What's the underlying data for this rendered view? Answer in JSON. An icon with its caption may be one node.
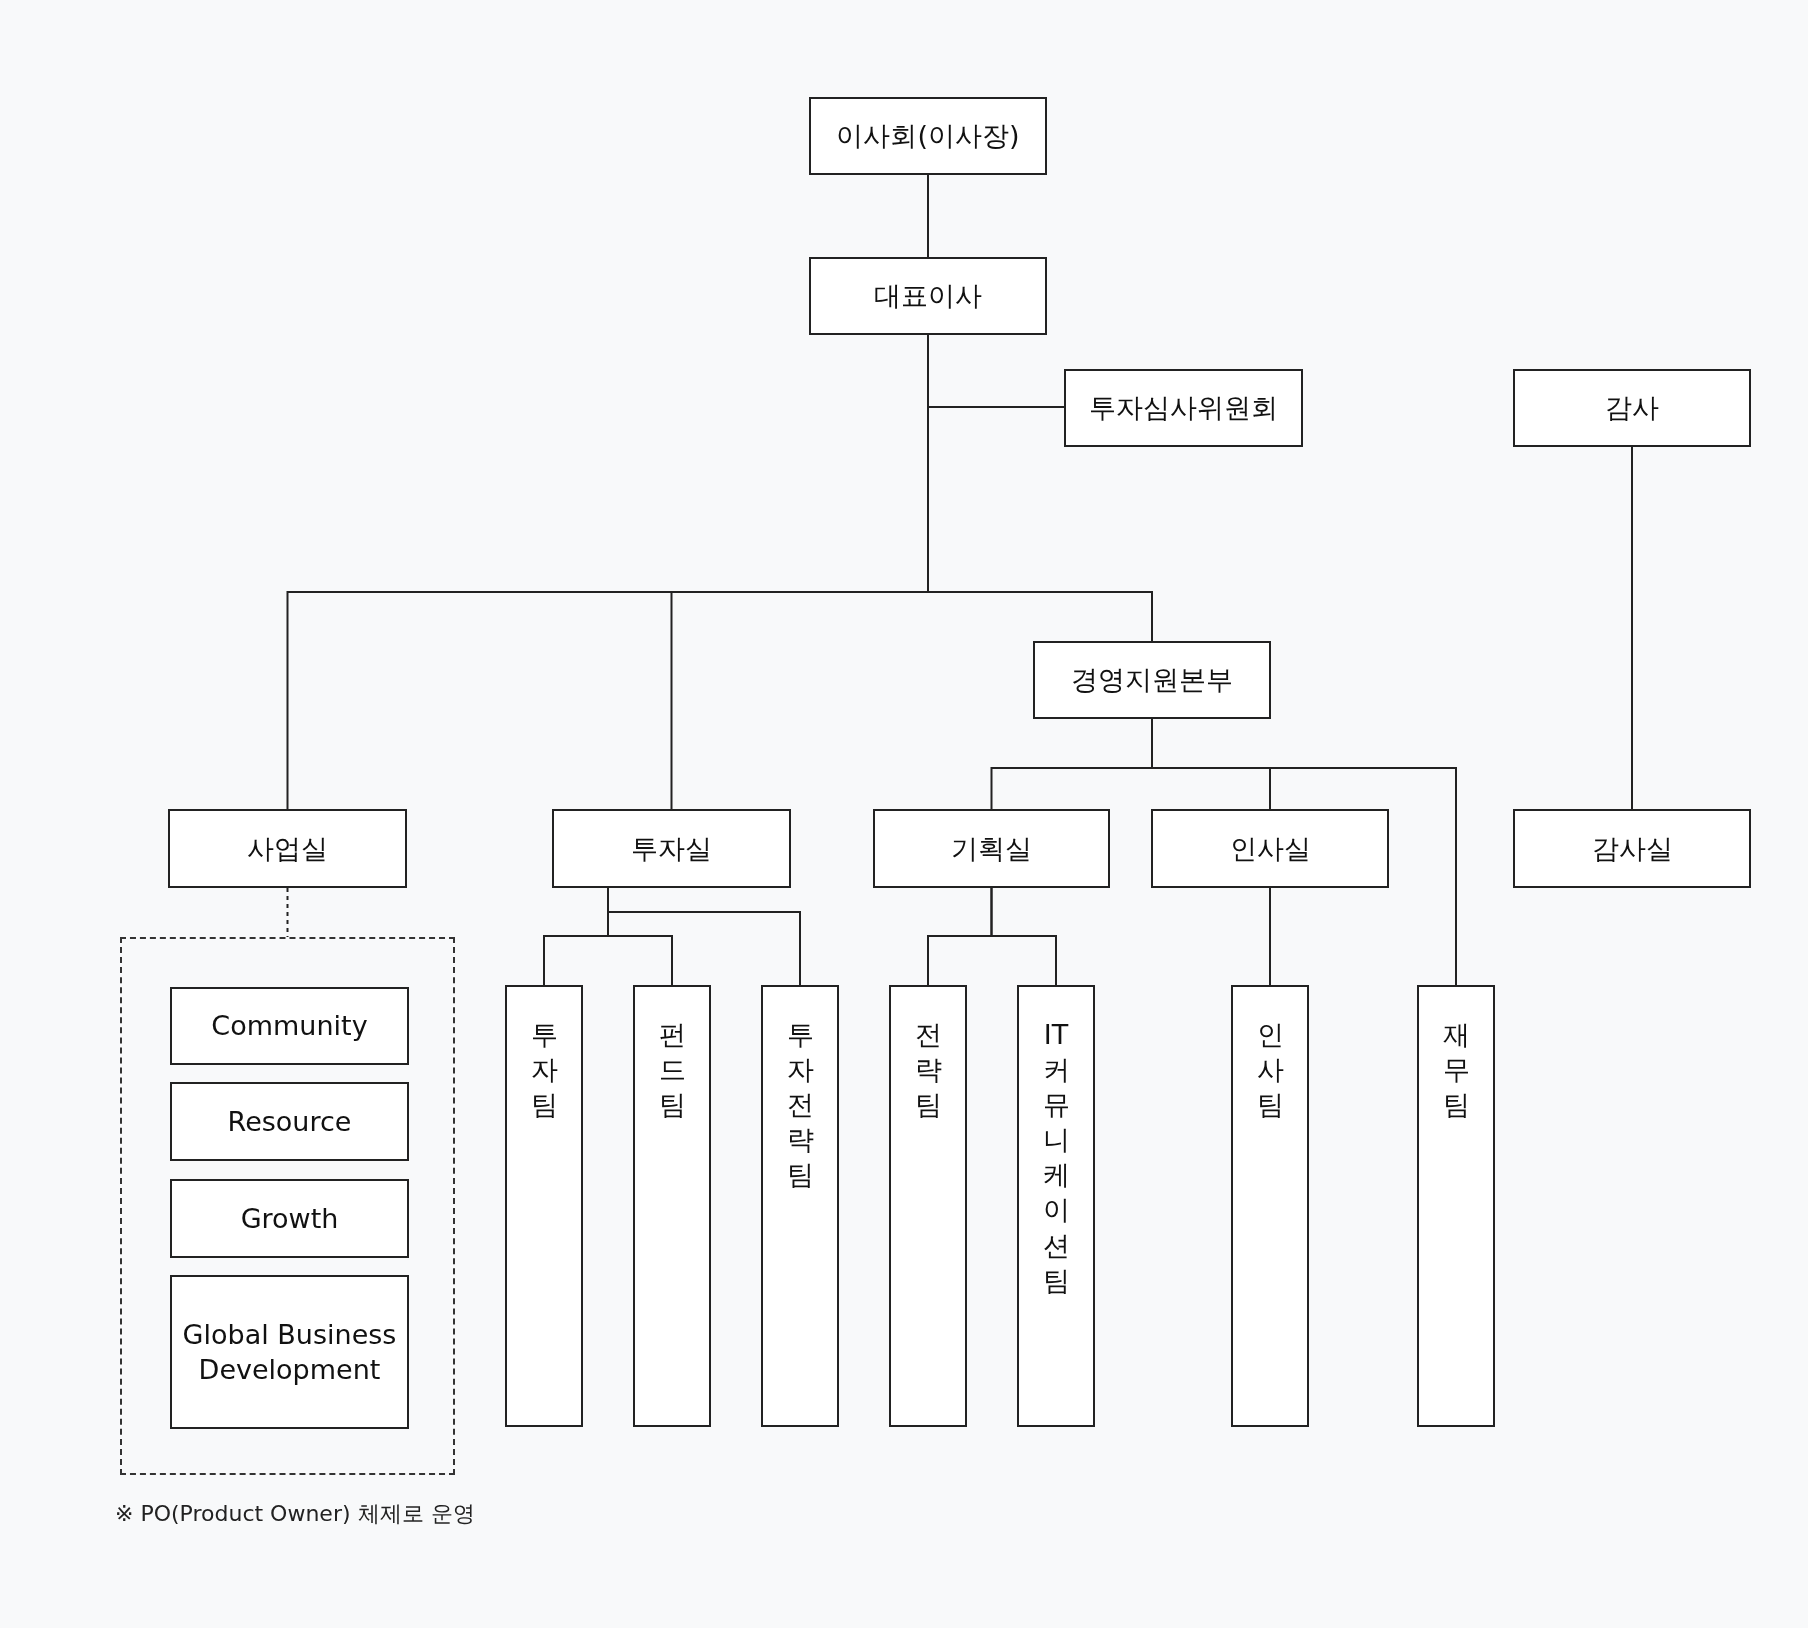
{
  "diagram": {
    "nodes": [
      {
        "text": [
          "이사회(이사장)"
        ]
      },
      {
        "text": [
          "대표이사"
        ]
      },
      {
        "text": [
          "투자심사위원회"
        ]
      },
      {
        "text": [
          "감사"
        ]
      },
      {
        "text": [
          "경영지원본부"
        ]
      },
      {
        "text": [
          "사업실"
        ]
      },
      {
        "text": [
          "투자실"
        ]
      },
      {
        "text": [
          "기획실"
        ]
      },
      {
        "text": [
          "인사실"
        ]
      },
      {
        "text": [
          "감사실"
        ]
      },
      {
        "text": [],
        "shape": "box"
      },
      {
        "text": [
          "Community"
        ],
        "in": 10
      },
      {
        "text": [
          "Resource"
        ],
        "in": 10
      },
      {
        "text": [
          "Growth"
        ],
        "in": 10
      },
      {
        "text": [
          "Global Business Development"
        ],
        "in": 10
      },
      {
        "text": [
          "투자팀"
        ]
      },
      {
        "text": [
          "펀드팀"
        ]
      },
      {
        "text": [
          "투자전략팀"
        ]
      },
      {
        "text": [
          "전략팀"
        ]
      },
      {
        "text": [
          "IT커뮤니케이션팀"
        ]
      },
      {
        "text": [
          "인사팀"
        ]
      },
      {
        "text": [
          "재무팀"
        ]
      }
    ],
    "edges": [
      {
        "from": 0,
        "to": 1,
        "arrow": "none"
      },
      {
        "from": 1,
        "to": 2,
        "arrow": "none"
      },
      {
        "from": 1,
        "to": 5,
        "arrow": "none"
      },
      {
        "from": 1,
        "to": 6,
        "arrow": "none"
      },
      {
        "from": 1,
        "to": 4,
        "arrow": "none"
      },
      {
        "from": 3,
        "to": 9,
        "arrow": "none"
      },
      {
        "from": 4,
        "to": 7,
        "arrow": "none"
      },
      {
        "from": 4,
        "to": 8,
        "arrow": "none"
      },
      {
        "from": 4,
        "to": 21,
        "arrow": "none"
      },
      {
        "from": 5,
        "to": 10,
        "arrow": "none",
        "style": "dashed"
      },
      {
        "from": 6,
        "to": 15,
        "arrow": "none"
      },
      {
        "from": 6,
        "to": 16,
        "arrow": "none"
      },
      {
        "from": 6,
        "to": 17,
        "arrow": "none"
      },
      {
        "from": 7,
        "to": 18,
        "arrow": "none"
      },
      {
        "from": 7,
        "to": 19,
        "arrow": "none"
      },
      {
        "from": 8,
        "to": 20,
        "arrow": "none"
      }
    ],
    "labels": [
      "※ PO(Product Owner) 체제로 운영"
    ]
  }
}
